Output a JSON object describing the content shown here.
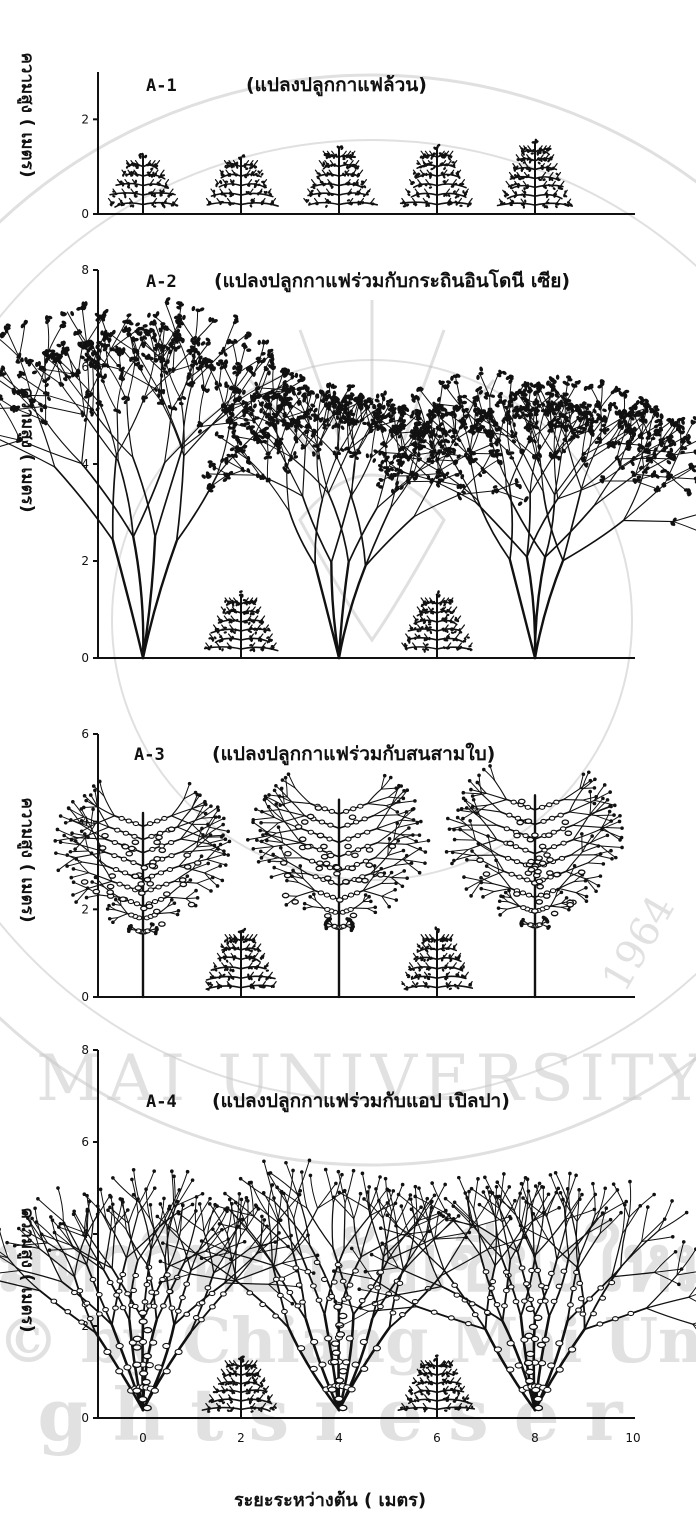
{
  "figure": {
    "x_axis_label": "ระยะระหว่างต้น ( เมตร)",
    "x_ticks": [
      "0",
      "2",
      "4",
      "6",
      "8",
      "10"
    ],
    "y_axis_label": "ความสูง ( เมตร)"
  },
  "panels": [
    {
      "code": "A-1",
      "title": "(แปลงปลูกกาแฟล้วน)",
      "y_ticks": [
        "0",
        "2"
      ],
      "ymax": 3,
      "trees": [
        {
          "kind": "coffee",
          "x": 0,
          "h": 1.2
        },
        {
          "kind": "coffee",
          "x": 2,
          "h": 1.2
        },
        {
          "kind": "coffee",
          "x": 4,
          "h": 1.4
        },
        {
          "kind": "coffee",
          "x": 6,
          "h": 1.4
        },
        {
          "kind": "coffee",
          "x": 8,
          "h": 1.5
        }
      ]
    },
    {
      "code": "A-2",
      "title": "(แปลงปลูกกาแฟร่วมกับกระถินอินโดนี เซีย)",
      "y_ticks": [
        "0",
        "2",
        "4",
        "6",
        "8"
      ],
      "ymax": 8,
      "trees": [
        {
          "kind": "broad",
          "x": 0,
          "h": 6.6
        },
        {
          "kind": "coffee",
          "x": 2,
          "h": 1.3
        },
        {
          "kind": "broad",
          "x": 4,
          "h": 5.2
        },
        {
          "kind": "coffee",
          "x": 6,
          "h": 1.3
        },
        {
          "kind": "broad",
          "x": 8,
          "h": 5.5
        }
      ]
    },
    {
      "code": "A-3",
      "title": "(แปลงปลูกกาแฟร่วมกับสนสามใบ)",
      "y_ticks": [
        "0",
        "2",
        "4",
        "6"
      ],
      "ymax": 6,
      "trees": [
        {
          "kind": "dense",
          "x": 0,
          "h": 4.2
        },
        {
          "kind": "coffee",
          "x": 2,
          "h": 1.5
        },
        {
          "kind": "dense",
          "x": 4,
          "h": 4.5
        },
        {
          "kind": "coffee",
          "x": 6,
          "h": 1.5
        },
        {
          "kind": "dense",
          "x": 8,
          "h": 4.6
        }
      ]
    },
    {
      "code": "A-4",
      "title": "(แปลงปลูกกาแฟร่วมกับแอป เปิลปา)",
      "y_ticks": [
        "0",
        "2",
        "4",
        "6",
        "8"
      ],
      "ymax": 8,
      "trees": [
        {
          "kind": "apple",
          "x": 0,
          "h": 4.7
        },
        {
          "kind": "coffee",
          "x": 2,
          "h": 1.3
        },
        {
          "kind": "apple",
          "x": 4,
          "h": 5.0
        },
        {
          "kind": "coffee",
          "x": 6,
          "h": 1.3
        },
        {
          "kind": "apple",
          "x": 8,
          "h": 4.9
        }
      ]
    }
  ],
  "watermark": {
    "seal_text": "MAI UNIVERSITY",
    "line1": "มหาวิทยาลัยเชียงใหม่",
    "line2": "© by Chiang Mai Univ",
    "line3": "g h t s   r e s e r",
    "seal_year": "1964"
  }
}
